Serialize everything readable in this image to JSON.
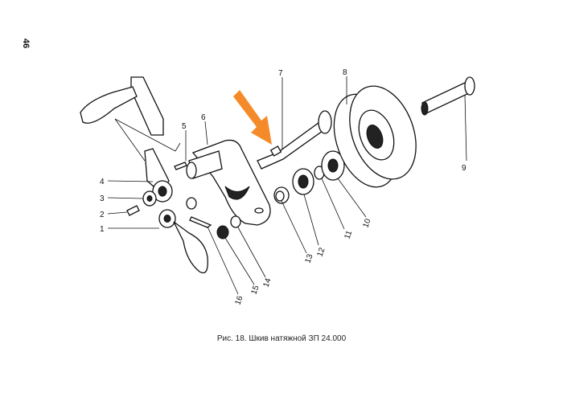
{
  "page_number": "46",
  "caption": "Рис. 18. Шкив натяжной ЗП 24.000",
  "callouts": [
    "1",
    "2",
    "3",
    "4",
    "5",
    "6",
    "7",
    "8",
    "9",
    "10",
    "11",
    "12",
    "13",
    "14",
    "15",
    "16"
  ],
  "colors": {
    "arrow": "#f58a2a",
    "ink": "#111111"
  }
}
